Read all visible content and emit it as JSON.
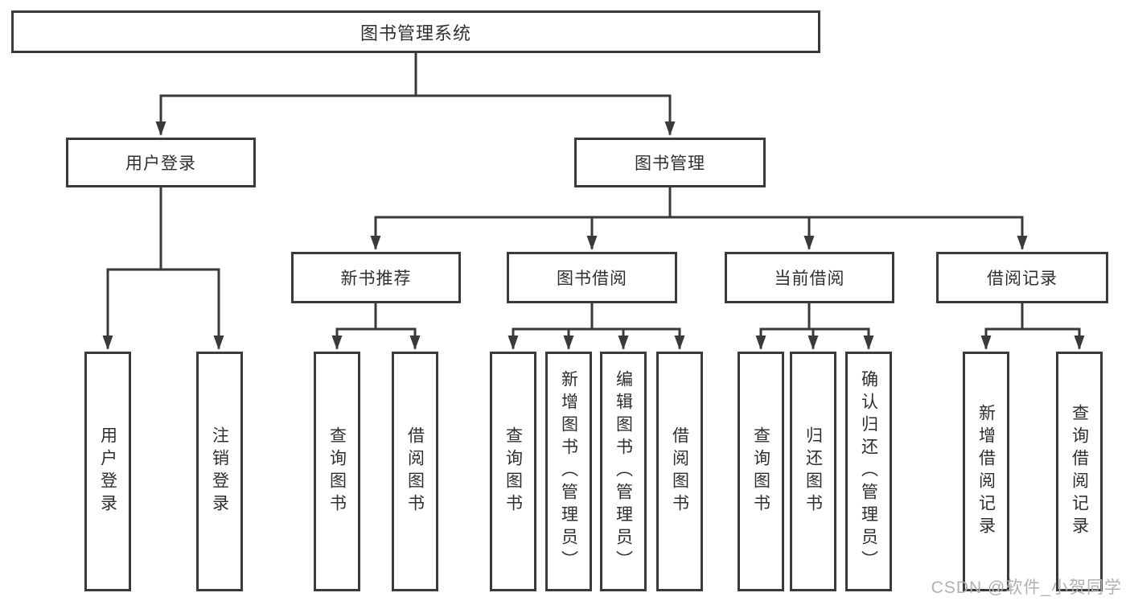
{
  "diagram": {
    "root": {
      "label": "图书管理系统"
    },
    "level2": [
      {
        "label": "用户登录"
      },
      {
        "label": "图书管理"
      }
    ],
    "level3": [
      {
        "label": "新书推荐"
      },
      {
        "label": "图书借阅"
      },
      {
        "label": "当前借阅"
      },
      {
        "label": "借阅记录"
      }
    ],
    "leaves": {
      "user_login": [
        {
          "label": "用户登录"
        },
        {
          "label": "注销登录"
        }
      ],
      "new_book": [
        {
          "label": "查询图书"
        },
        {
          "label": "借阅图书"
        }
      ],
      "book_borrow": [
        {
          "label": "查询图书"
        },
        {
          "label": "新增图书（管理员）"
        },
        {
          "label": "编辑图书（管理员）"
        },
        {
          "label": "借阅图书"
        }
      ],
      "current_borrow": [
        {
          "label": "查询图书"
        },
        {
          "label": "归还图书"
        },
        {
          "label": "确认归还（管理员）"
        }
      ],
      "borrow_records": [
        {
          "label": "新增借阅记录"
        },
        {
          "label": "查询借阅记录"
        }
      ]
    }
  },
  "watermark": {
    "text": "CSDN @软件_小贺同学"
  },
  "colors": {
    "line": "#3a3a3a",
    "text": "#2f2f2f",
    "watermark": "#b0b0b0",
    "background": "#ffffff"
  }
}
